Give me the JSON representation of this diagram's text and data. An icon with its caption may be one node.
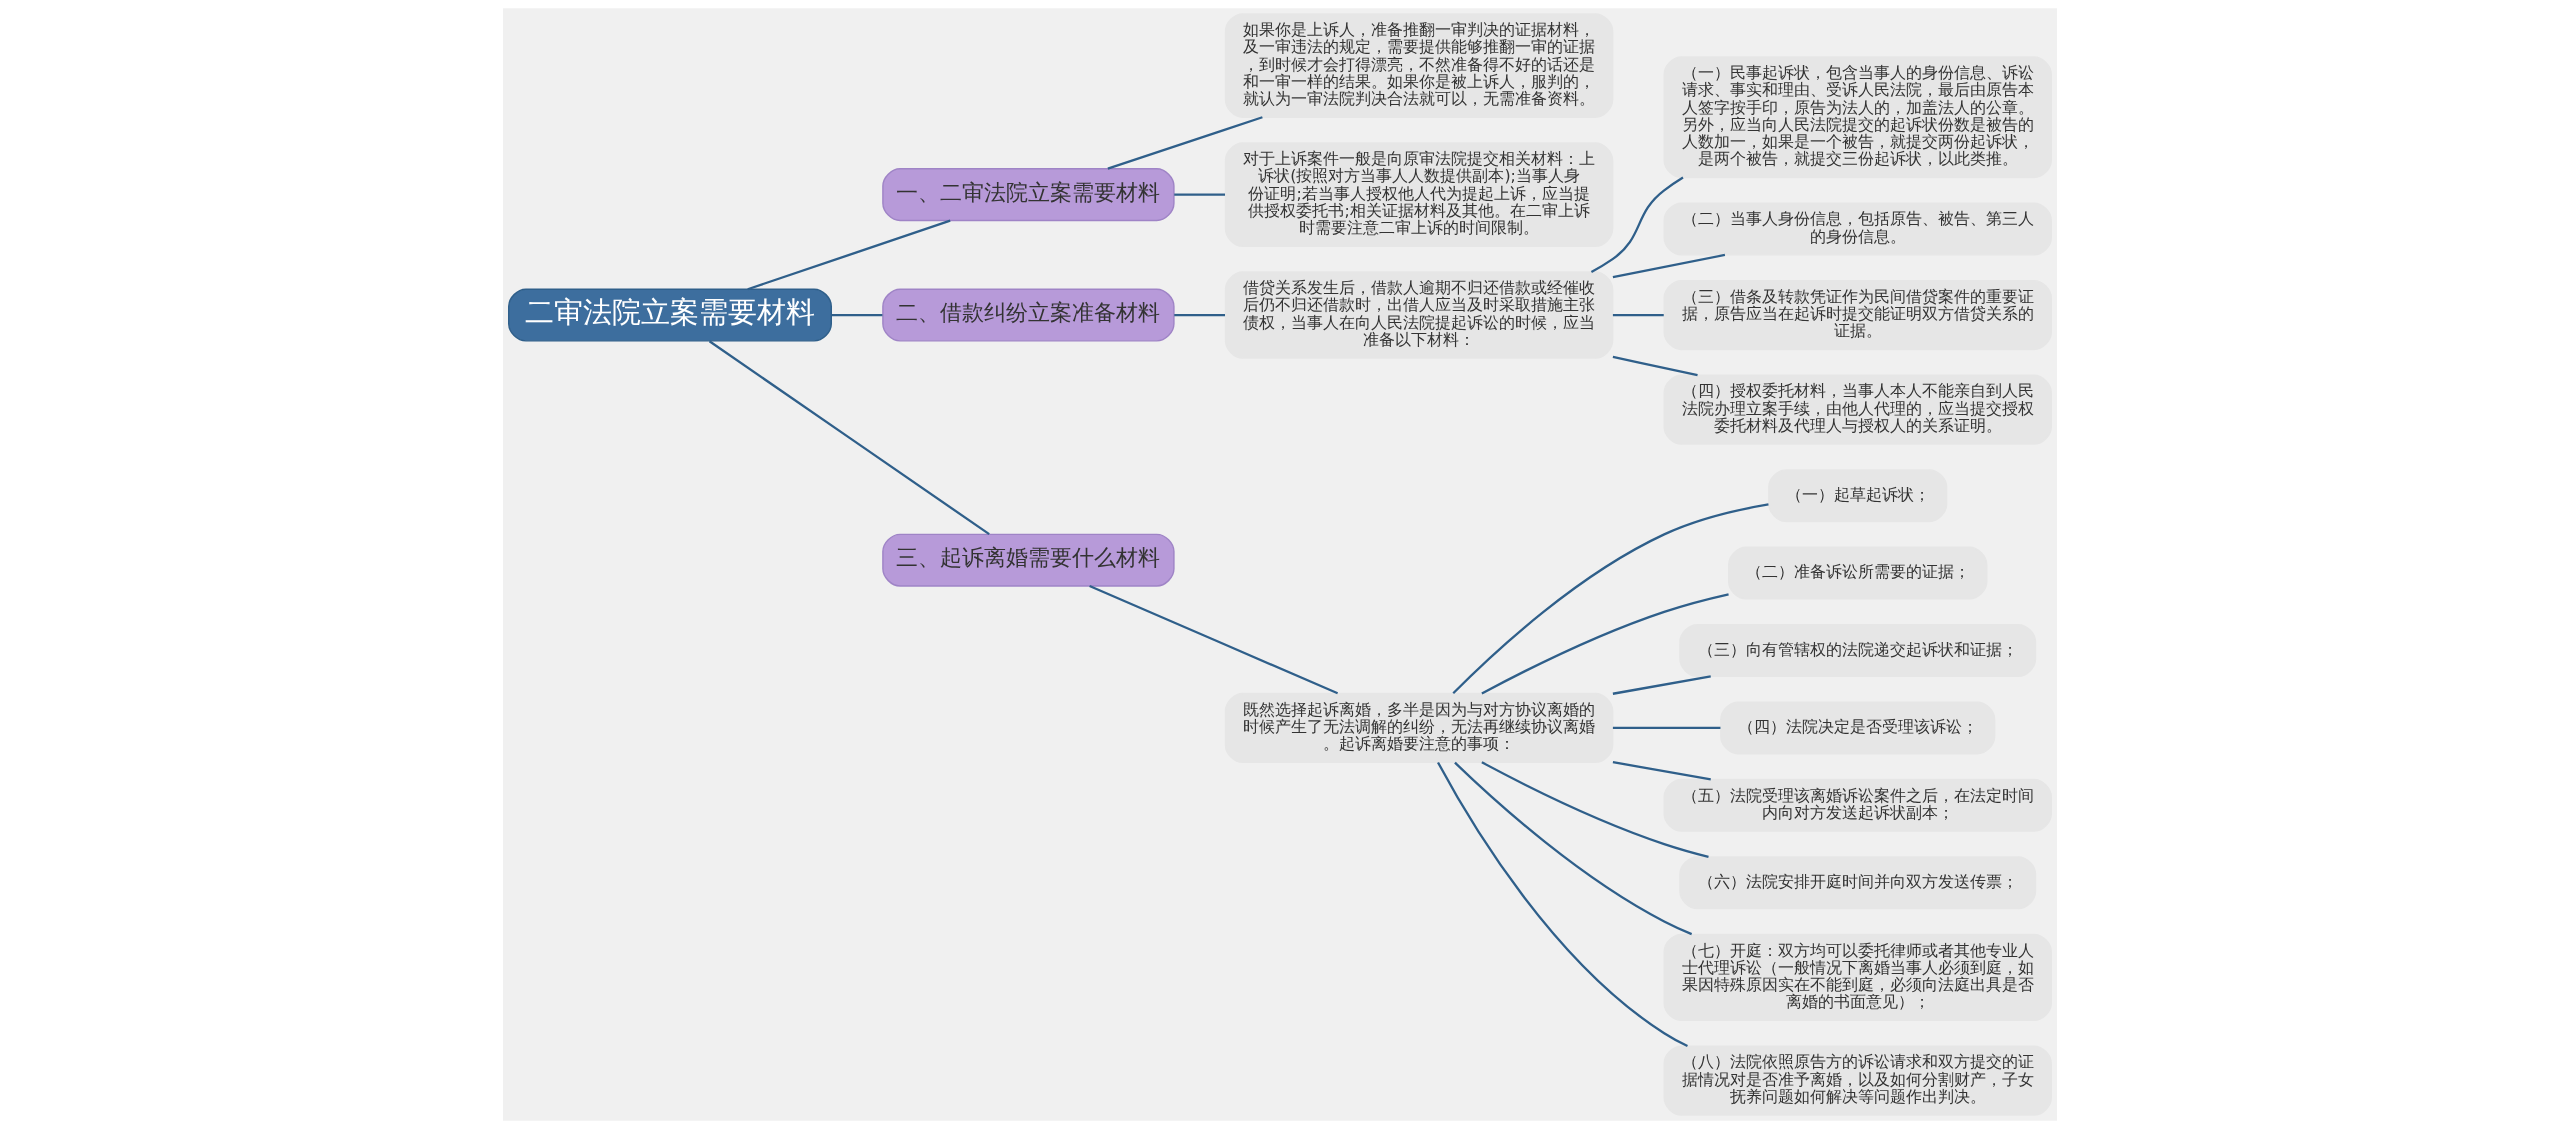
{
  "diagram": {
    "nodes": [
      {
        "text": [
          "二审法院立案需要材料"
        ]
      },
      {
        "text": [
          "一、二审法院立案需要材料"
        ]
      },
      {
        "text": [
          "如果你是上诉人，准备推翻一审判决的证据材料，及一审违法的规定，需要提供能够推翻一审的证据，到时候才会打得漂亮，不然准备得不好的话还是和一审一样的结果。如果你是被上诉人，服判的，就认为一审法院判决合法就可以，无需准备资料。"
        ]
      },
      {
        "text": [
          "对于上诉案件一般是向原审法院提交相关材料：上诉状(按照对方当事人人数提供副本);当事人身份证明;若当事人授权他人代为提起上诉，应当提供授权委托书;相关证据材料及其他。在二审上诉时需要注意二审上诉的时间限制。"
        ]
      },
      {
        "text": [
          "二、借款纠纷立案准备材料"
        ]
      },
      {
        "text": [
          "借贷关系发生后，借款人逾期不归还借款或经催收后仍不归还借款时，出借人应当及时采取措施主张债权，当事人在向人民法院提起诉讼的时候，应当准备以下材料："
        ]
      },
      {
        "text": [
          "（一）民事起诉状，包含当事人的身份信息、诉讼请求、事实和理由、受诉人民法院，最后由原告本人签字按手印，原告为法人的，加盖法人的公章。另外，应当向人民法院提交的起诉状份数是被告的人数加一，如果是一个被告，就提交两份起诉状，是两个被告，就提交三份起诉状，以此类推。"
        ]
      },
      {
        "text": [
          "（二）当事人身份信息，包括原告、被告、第三人的身份信息。"
        ]
      },
      {
        "text": [
          "（三）借条及转款凭证作为民间借贷案件的重要证据，原告应当在起诉时提交能证明双方借贷关系的证据。"
        ]
      },
      {
        "text": [
          "（四）授权委托材料，当事人本人不能亲自到人民法院办理立案手续，由他人代理的，应当提交授权委托材料及代理人与授权人的关系证明。"
        ]
      },
      {
        "text": [
          "三、起诉离婚需要什么材料"
        ]
      },
      {
        "text": [
          "既然选择起诉离婚，多半是因为与对方协议离婚的时候产生了无法调解的纠纷，无法再继续协议离婚。起诉离婚要注意的事项："
        ]
      },
      {
        "text": [
          "（一）起草起诉状；"
        ]
      },
      {
        "text": [
          "（二）准备诉讼所需要的证据；"
        ]
      },
      {
        "text": [
          "（三）向有管辖权的法院递交起诉状和证据；"
        ]
      },
      {
        "text": [
          "（四）法院决定是否受理该诉讼；"
        ]
      },
      {
        "text": [
          "（五）法院受理该离婚诉讼案件之后，在法定时间内向对方发送起诉状副本；"
        ]
      },
      {
        "text": [
          "（六）法院安排开庭时间并向双方发送传票；"
        ]
      },
      {
        "text": [
          "（七）开庭：双方均可以委托律师或者其他专业人士代理诉讼（一般情况下离婚当事人必须到庭，如果因特殊原因实在不能到庭，必须向法庭出具是否离婚的书面意见）；"
        ]
      },
      {
        "text": [
          "（八）法院依照原告方的诉讼请求和双方提交的证据情况对是否准予离婚，以及如何分割财产，子女抚养问题如何解决等问题作出判决。"
        ]
      }
    ],
    "edges": [
      {
        "from": 0,
        "to": 1,
        "arrow": "none"
      },
      {
        "from": 1,
        "to": 2,
        "arrow": "none"
      },
      {
        "from": 1,
        "to": 3,
        "arrow": "none"
      },
      {
        "from": 0,
        "to": 4,
        "arrow": "none"
      },
      {
        "from": 4,
        "to": 5,
        "arrow": "none"
      },
      {
        "from": 5,
        "to": 6,
        "arrow": "none"
      },
      {
        "from": 5,
        "to": 7,
        "arrow": "none"
      },
      {
        "from": 5,
        "to": 8,
        "arrow": "none"
      },
      {
        "from": 5,
        "to": 9,
        "arrow": "none"
      },
      {
        "from": 0,
        "to": 10,
        "arrow": "none"
      },
      {
        "from": 10,
        "to": 11,
        "arrow": "none"
      },
      {
        "from": 11,
        "to": 12,
        "arrow": "none"
      },
      {
        "from": 11,
        "to": 13,
        "arrow": "none"
      },
      {
        "from": 11,
        "to": 14,
        "arrow": "none"
      },
      {
        "from": 11,
        "to": 15,
        "arrow": "none"
      },
      {
        "from": 11,
        "to": 16,
        "arrow": "none"
      },
      {
        "from": 11,
        "to": 17,
        "arrow": "none"
      },
      {
        "from": 11,
        "to": 18,
        "arrow": "none"
      },
      {
        "from": 11,
        "to": 19,
        "arrow": "none"
      }
    ]
  }
}
